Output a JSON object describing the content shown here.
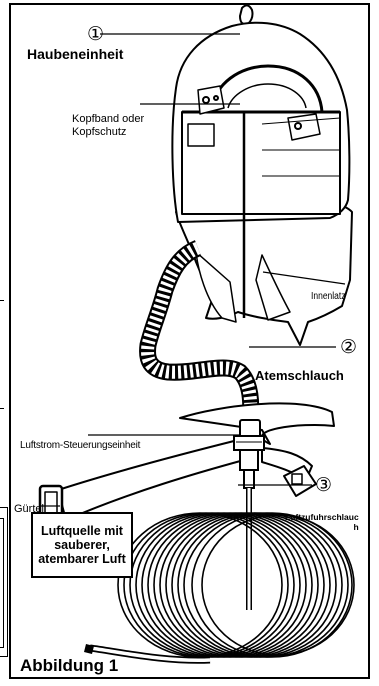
{
  "figure": {
    "title": "Abbildung 1",
    "callouts": [
      {
        "number": "①",
        "label": "Haubeneinheit"
      },
      {
        "number": "②",
        "label": "Atemschlauch"
      },
      {
        "number": "③",
        "label": "Luftzufuhrschlauc\nh"
      }
    ],
    "labels": {
      "headband": "Kopfband oder\nKopfschutz",
      "bib": "Innenlatz",
      "flow_control": "Luftstrom-Steuerungseinheit",
      "belt": "Gürtel"
    },
    "air_source": "Luftquelle mit\nsauberer,\natembarer Luft"
  }
}
